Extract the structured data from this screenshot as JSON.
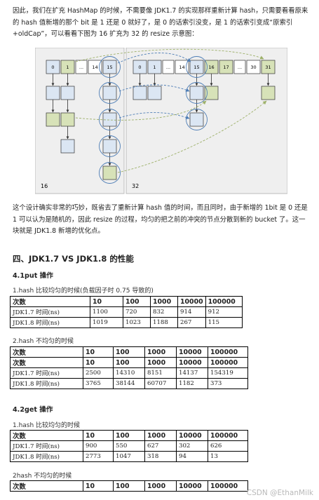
{
  "intro": "因此，我们在扩充 HashMap 的时候，不需要像 JDK1.7 的实现那样重新计算 hash，只需要看看原来的 hash 值新增的那个 bit 是 1 还是 0 就好了，是 0 的话索引没变，是 1 的话索引变成“原索引+oldCap”，可以看看下图为 16 扩充为 32 的 resize 示意图：",
  "diagram": {
    "left_label": "16",
    "right_label": "32",
    "left_cells": [
      "0",
      "1",
      "...",
      "14",
      "15"
    ],
    "right_cells": [
      "0",
      "1",
      "...",
      "14",
      "15",
      "16",
      "17",
      "...",
      "30",
      "31"
    ],
    "colors": {
      "blue": "#dbe6f3",
      "green": "#d7e2b8",
      "line_blue": "#4d7db5",
      "line_green": "#9db069",
      "panel": "#efefef"
    }
  },
  "summary": "这个设计确实非常的巧妙，既省去了重新计算 hash 值的时间，而且同时，由于新增的 1bit 是 0 还是 1 可以认为是随机的，因此 resize 的过程，均匀的把之前的冲突的节点分散到新的 bucket 了。这一块就是 JDK1.8 新增的优化点。",
  "section_title": "四、JDK1.7 VS JDK1.8 的性能",
  "put_title": "4.1put 操作",
  "put_uniform": {
    "caption": "1.hash 比较均匀的时候(负载因子时 0.75 导致的)",
    "header": [
      "次数",
      "10",
      "100",
      "1000",
      "10000",
      "100000"
    ],
    "rows": [
      [
        "JDK1.7 时间(ns)",
        "1100",
        "720",
        "832",
        "914",
        "912"
      ],
      [
        "JDK1.8 时间(ns)",
        "1019",
        "1023",
        "1188",
        "267",
        "115"
      ]
    ]
  },
  "put_nonuniform": {
    "caption": "2.hash 不均匀的时候",
    "header": [
      "次数",
      "10",
      "100",
      "1000",
      "10000",
      "100000"
    ],
    "rows": [
      [
        "JDK1.7 时间(ns)",
        "2500",
        "14310",
        "8151",
        "14137",
        "154319"
      ],
      [
        "JDK1.8 时间(ns)",
        "3765",
        "38144",
        "60707",
        "1182",
        "373"
      ]
    ]
  },
  "get_title": "4.2get 操作",
  "get_uniform": {
    "caption": "1.hash 比较均匀的时候",
    "header": [
      "次数",
      "10",
      "100",
      "1000",
      "10000",
      "100000"
    ],
    "rows": [
      [
        "JDK1.7 时间(ns)",
        "900",
        "550",
        "627",
        "302",
        "626"
      ],
      [
        "JDK1.8 时间(ns)",
        "2773",
        "1047",
        "318",
        "94",
        "13"
      ]
    ]
  },
  "get_nonuniform": {
    "caption": "2hash 不均匀的时候",
    "header": [
      "次数",
      "10",
      "100",
      "1000",
      "10000",
      "100000"
    ]
  },
  "watermark": "CSDN @EthanMilk"
}
